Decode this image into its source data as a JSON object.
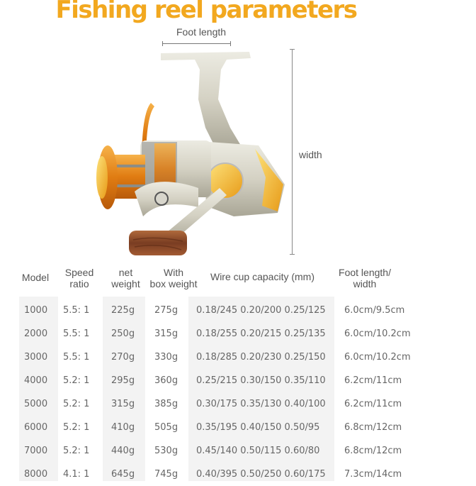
{
  "title": "Fishing reel parameters",
  "diagram": {
    "foot_length_label": "Foot length",
    "width_label": "width",
    "product_image": "spinning-fishing-reel"
  },
  "colors": {
    "title": "#f2a81f",
    "spool_orange": "#e8891a",
    "body_silver": "#d9d6c8",
    "wood_handle": "#8a4a2a",
    "column_shade": "#f3f3f3"
  },
  "table": {
    "headers": {
      "model": "Model",
      "speed_ratio_1": "Speed",
      "speed_ratio_2": "ratio",
      "net_weight_1": "net",
      "net_weight_2": "weight",
      "box_weight_1": "With",
      "box_weight_2": "box weight",
      "wire_cup": "Wire cup capacity (mm)",
      "foot_1": "Foot length/",
      "foot_2": "width"
    },
    "rows": [
      {
        "model": "1000",
        "ratio": "5.5: 1",
        "net": "225g",
        "box": "275g",
        "cup": "0.18/245 0.20/200 0.25/125",
        "foot": "6.0cm/9.5cm"
      },
      {
        "model": "2000",
        "ratio": "5.5: 1",
        "net": "250g",
        "box": "315g",
        "cup": "0.18/255 0.20/215 0.25/135",
        "foot": "6.0cm/10.2cm"
      },
      {
        "model": "3000",
        "ratio": "5.5: 1",
        "net": "270g",
        "box": "330g",
        "cup": "0.18/285 0.20/230 0.25/150",
        "foot": "6.0cm/10.2cm"
      },
      {
        "model": "4000",
        "ratio": "5.2: 1",
        "net": "295g",
        "box": "360g",
        "cup": "0.25/215 0.30/150 0.35/110",
        "foot": "6.2cm/11cm"
      },
      {
        "model": "5000",
        "ratio": "5.2: 1",
        "net": "315g",
        "box": "385g",
        "cup": "0.30/175 0.35/130 0.40/100",
        "foot": "6.2cm/11cm"
      },
      {
        "model": "6000",
        "ratio": "5.2: 1",
        "net": "410g",
        "box": "505g",
        "cup": "0.35/195 0.40/150 0.50/95",
        "foot": "6.8cm/12cm"
      },
      {
        "model": "7000",
        "ratio": "5.2: 1",
        "net": "440g",
        "box": "530g",
        "cup": "0.45/140 0.50/115 0.60/80",
        "foot": "6.8cm/12cm"
      },
      {
        "model": "8000",
        "ratio": "4.1: 1",
        "net": "645g",
        "box": "745g",
        "cup": "0.40/395 0.50/250 0.60/175",
        "foot": "7.3cm/14cm"
      }
    ]
  }
}
